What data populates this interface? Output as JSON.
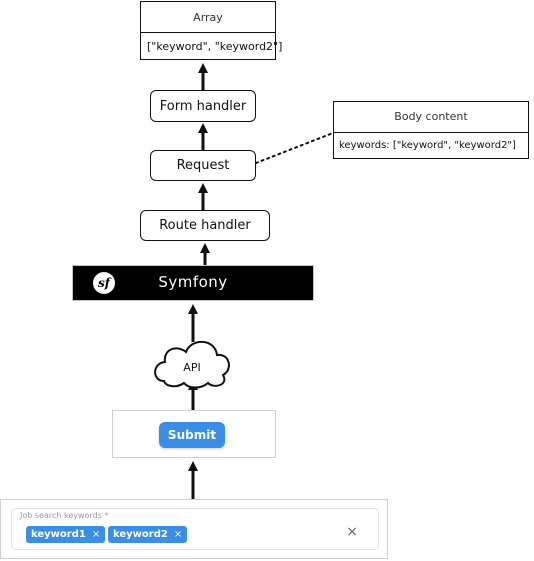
{
  "array_box": {
    "title": "Array",
    "value": "[\"keyword\", \"keyword2\"]"
  },
  "form_handler": {
    "label": "Form handler"
  },
  "request": {
    "label": "Request"
  },
  "body_content": {
    "title": "Body content",
    "value": "keywords: [\"keyword\", \"keyword2\"]"
  },
  "route_handler": {
    "label": "Route handler"
  },
  "symfony": {
    "label": "Symfony",
    "logo": "sf"
  },
  "api": {
    "label": "API"
  },
  "submit": {
    "label": "Submit"
  },
  "form": {
    "field_label": "Job search keywords *",
    "chips": [
      {
        "label": "keyword1",
        "remove": "×"
      },
      {
        "label": "keyword2",
        "remove": "×"
      }
    ],
    "clear": "×"
  },
  "colors": {
    "accent": "#3b8ee5",
    "symfony_bg": "#000000"
  }
}
